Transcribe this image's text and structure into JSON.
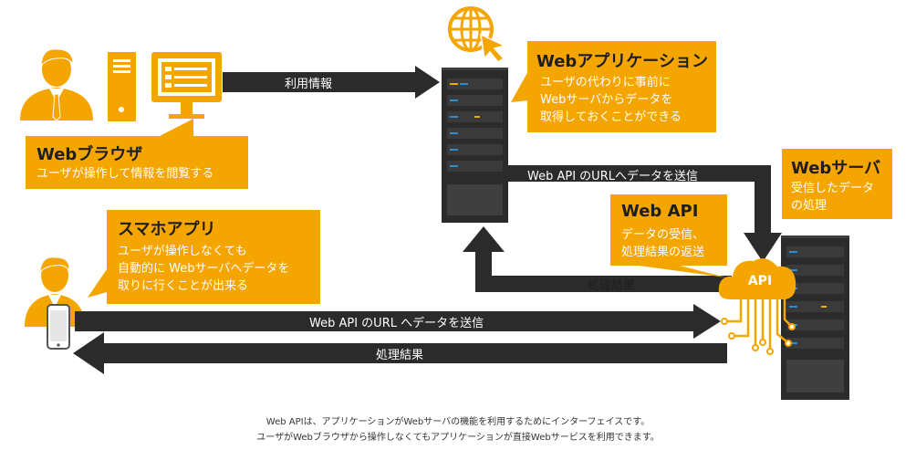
{
  "colors": {
    "accent": "#f5a500",
    "arrow": "#2b2b2b",
    "server": "#2b2b2b",
    "white": "#ffffff"
  },
  "boxes": {
    "browser": {
      "title": "Webブラウザ",
      "lines": [
        "ユーザが操作して情報を閲覧する"
      ]
    },
    "app": {
      "title": "Webアプリケーション",
      "lines": [
        "ユーザの代わりに事前に",
        "Webサーバからデータを",
        "取得しておくことができる"
      ]
    },
    "server": {
      "title": "Webサーバ",
      "lines": [
        "受信したデータ",
        "の処理"
      ]
    },
    "api": {
      "title": "Web API",
      "lines": [
        "データの受信、",
        "処理結果の返送"
      ]
    },
    "smartphone": {
      "title": "スマホアプリ",
      "lines": [
        "ユーザが操作しなくても",
        "自動的に Webサーバへデータを",
        "取りに行くことが出来る"
      ]
    }
  },
  "arrows": {
    "usage": "利用情報",
    "app_to_api": "Web API のURLへデータを送信",
    "api_to_app": "処理結果",
    "phone_to_api": "Web API のURL へデータを送信",
    "api_to_phone": "処理結果"
  },
  "api_cloud_label": "API",
  "icons": [
    "user-icon",
    "desktop-tower-icon",
    "monitor-icon",
    "globe-cursor-icon",
    "server-icon",
    "smartphone-icon",
    "api-cloud-icon"
  ],
  "caption": [
    "Web APIは、アプリケーションがWebサーバの機能を利用するためにインターフェイスです。",
    "ユーザがWebブラウザから操作しなくてもアプリケーションが直接Webサービスを利用できます。"
  ]
}
